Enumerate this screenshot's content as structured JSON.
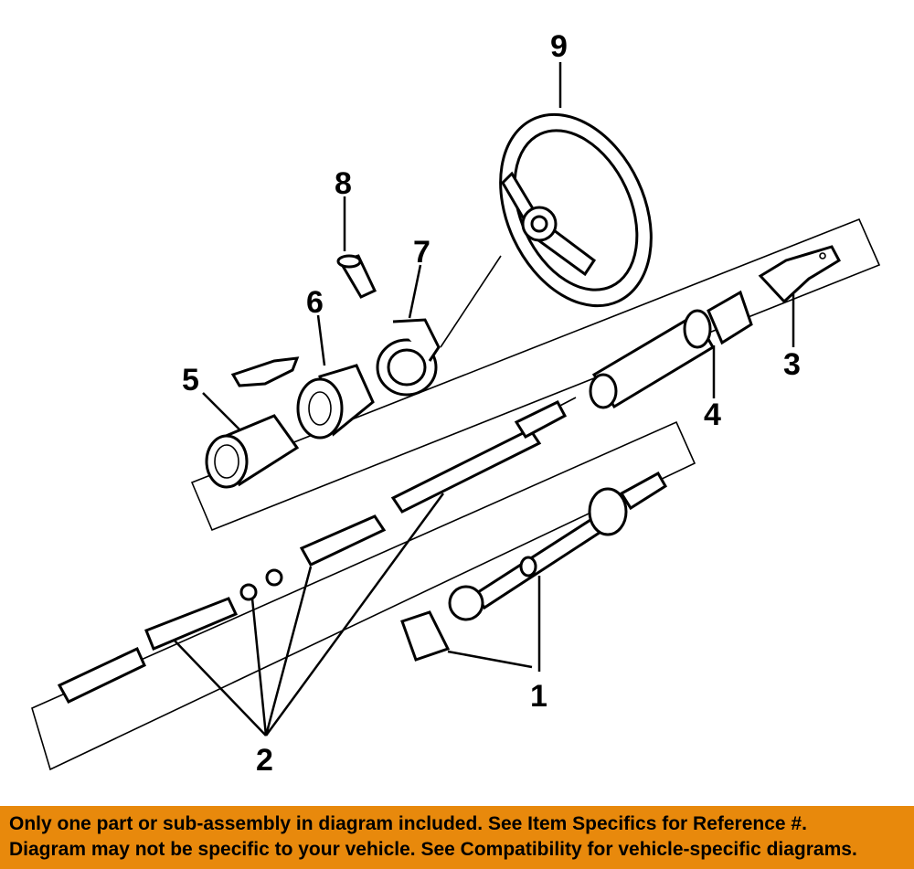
{
  "diagram": {
    "callouts": [
      "1",
      "2",
      "3",
      "4",
      "5",
      "6",
      "7",
      "8",
      "9"
    ]
  },
  "banner": {
    "line1": "Only one part or sub-assembly in diagram included. See Item Specifics for Reference #.",
    "line2": "Diagram may not be specific to your vehicle. See Compatibility for vehicle-specific diagrams.",
    "color": "#e8890c"
  }
}
